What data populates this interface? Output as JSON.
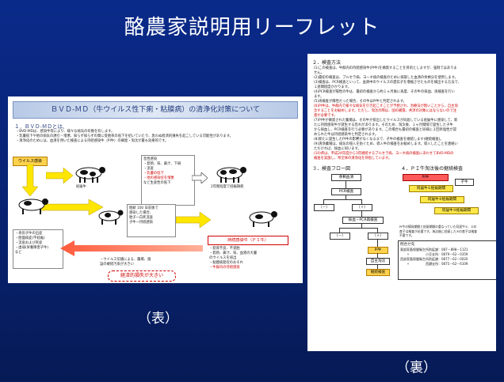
{
  "title": "酪農家説明用リーフレット",
  "captions": {
    "front": "（表）",
    "back": "（裏）"
  },
  "front": {
    "banner": "ＢＶＤ-ＭＤ（牛ウイルス性下痢・粘膜病）の清浄化対策について",
    "section1": "１．ＢＶＤ-ＭＤとは、",
    "lines": [
      "・BVD-MDは、感染牛等により、様々な病気の有数を有します。",
      "・乳量低下や他の病気の誘引・増悪、知らず知らずの間に受胎率の低下を招いていたり、思わぬ経済的損失を起こしている可能性があります。",
      "・清浄化のためには、血清を用いた検査による持続感染牛（PI牛）の摘発・淘汰が最も効果的です。"
    ],
    "virus_label": "ウイルス感染",
    "cow1_label": "妊娠牛",
    "symptom_title": "急性感染",
    "symptoms": [
      "・発熱、咳、鼻汁、下痢",
      "・流産",
      "・乳量の低下",
      "・他の感染症を増悪",
      "など生産性の低下"
    ],
    "cow2_label": "2年間程度で妊娠損耗",
    "calf_box": [
      "胎齢 100 日前後で",
      "感染した場合、",
      "胎子一白死流産",
      "子牛一持続感染"
    ],
    "left_box": [
      "・奇形子牛の出産",
      "・胎盤病変(不妊娠)",
      "・流産および死産",
      "・虚弱(栄養障害子牛)",
      "など"
    ],
    "pi_label": "持続感染牛（ＰＩ牛）",
    "pi_notes": [
      "・発育不良、不受胎",
      "・発熱、鼻汁、咳、血液の大量",
      "のウイルスを排出",
      "・粘膜病発症のおそれ",
      "・牛群内の持続感染"
    ],
    "spread_note": [
      "・ウイルス伝播による、農場、施",
      "設の継続汚染が大きい"
    ],
    "loss": "経済的損失が大きい"
  },
  "back": {
    "method_title": "２．検査方法",
    "method_lines": [
      "(1)この検査は、牛群内の持続感染牛(PI牛)を摘発することを目的としますが、強制ではありま",
      "せん。",
      "(2)最初の検査は、ブルセラ病、ヨーネ病の検査のために採取した血清の余剰分を使用します。",
      "(3)検査は、PCR検査といって、血清中のウイルスの遺伝子を増幅させたものを検出する方法で、",
      "１週間程度かかります。",
      "(4)PCR検査が陽性の牛は、最初の検査から約１ヶ月後に再度、その牛の採血、再検査を行い",
      "ます。",
      "(5)再検査が陽性だった場合、その牛はPI牛と判定されます。"
    ],
    "red_lines": [
      "(6)PI牛は、牛群内で様々な病気を引き起こすことが予想され、治療法が無いことから、自主淘",
      "汰することをお勧めします。ただし、淘汰の際は、国の補償、共済の対象にはならないので注",
      "意が必要です。"
    ],
    "more_lines": [
      "(7)PI牛が摘発された農場は、その牛が排出したウイルスが同居している妊娠牛に感染して、新",
      "たに持続感染牛が誕生する恐れがあります。そのため、淘汰後、１ヶ月間隔で誕生した子牛",
      "から採血し、PCR検査を行う必要があります。この場合も最初の検査と同様に２回目陰性が認",
      "められた牛は持続感染牛と判定されます。",
      "(8)新たに誕生したPI牛の影響がなくなるまで、子牛の検査を継続します(継続検査)。",
      "(9)清浄農場は、病気の侵入を防ぐため、導入牛の検査をお勧めします。導入したことを連絡い",
      "ただければ、採血に伺います。",
      "(10)県は、平成24年度から3年継続するブルセラ病、ヨーネ病の検査にあわせてBVD-MDの",
      "検査を実施し、県全体の清浄化を目指しています。"
    ],
    "flow_title": "３．検査フロー図",
    "flow": {
      "residual": "余剰血清",
      "pcr": "PCR検査",
      "neg": "（－）",
      "pos": "（＋）",
      "recheck": "採血・PCR再検査",
      "neg2": "（－）",
      "pos2": "（＋）",
      "pi": "PI牛",
      "cull": "自主淘汰",
      "continue": "継続検査"
    },
    "cont_title": "４．ＰＩ牛淘汰後の継続検査",
    "cont": {
      "pi": "PI牛",
      "calf": "子牛",
      "p1": "同居牛①妊娠期間",
      "p2": "同居牛②妊娠期間",
      "p3": "同居牛③妊娠期間"
    },
    "cont_note": [
      "PI牛の摘発期間と妊娠期間の重なっていた同居牛①、②の",
      "産子は検査が必要です。淘汰後に妊娠した③の産子は検査",
      "不要です。"
    ],
    "contact_title": "問合せ先",
    "contacts": [
      "東部家畜保健衛生所防疫課：087－898－1121",
      "　　〃　　　　　小豆支所：0879－62－0359",
      "西部家畜保健衛生所防疫課：0877－62－0020",
      "　　〃　　　　　西讃支所：0875－62－6109"
    ]
  }
}
